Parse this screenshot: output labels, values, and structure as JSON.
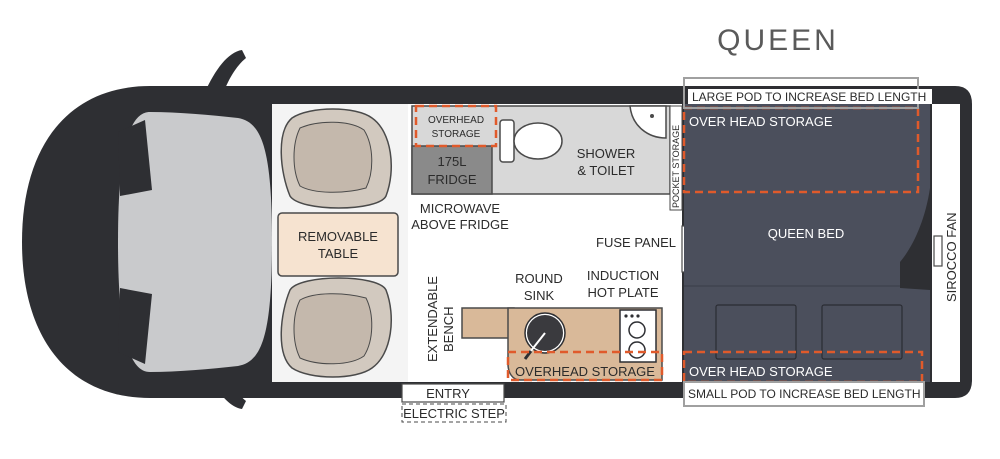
{
  "title": "QUEEN",
  "labels": {
    "large_pod": "LARGE POD TO INCREASE BED LENGTH",
    "small_pod": "SMALL POD TO INCREASE BED LENGTH",
    "overhead_storage_top": "OVER HEAD STORAGE",
    "overhead_storage_bottom": "OVER HEAD STORAGE",
    "overhead_storage_kitchen": "OVERHEAD STORAGE",
    "overhead_storage_fridge_line1": "OVERHEAD",
    "overhead_storage_fridge_line2": "STORAGE",
    "fridge_line1": "175L",
    "fridge_line2": "FRIDGE",
    "shower_line1": "SHOWER",
    "shower_line2": "& TOILET",
    "pocket_storage": "POCKET STORAGE",
    "microwave_line1": "MICROWAVE",
    "microwave_line2": "ABOVE FRIDGE",
    "removable_table_line1": "REMOVABLE",
    "removable_table_line2": "TABLE",
    "fuse_panel": "FUSE PANEL",
    "queen_bed": "QUEEN BED",
    "sirocco_fan": "SIROCCO FAN",
    "round_sink_line1": "ROUND",
    "round_sink_line2": "SINK",
    "induction_line1": "INDUCTION",
    "induction_line2": "HOT PLATE",
    "bench_line1": "EXTENDABLE",
    "bench_line2": "BENCH",
    "entry": "ENTRY",
    "electric_step": "ELECTRIC STEP"
  },
  "colors": {
    "van_body": "#2e2f33",
    "bed": "#4b4f5c",
    "floor": "#ffffff",
    "cabinet": "#d8d8d8",
    "fridge": "#8a8a8a",
    "bench": "#d9b999",
    "table": "#f6e3d0",
    "overhead_dash": "#e05a2b",
    "pod_outline": "#a0a0a0"
  }
}
